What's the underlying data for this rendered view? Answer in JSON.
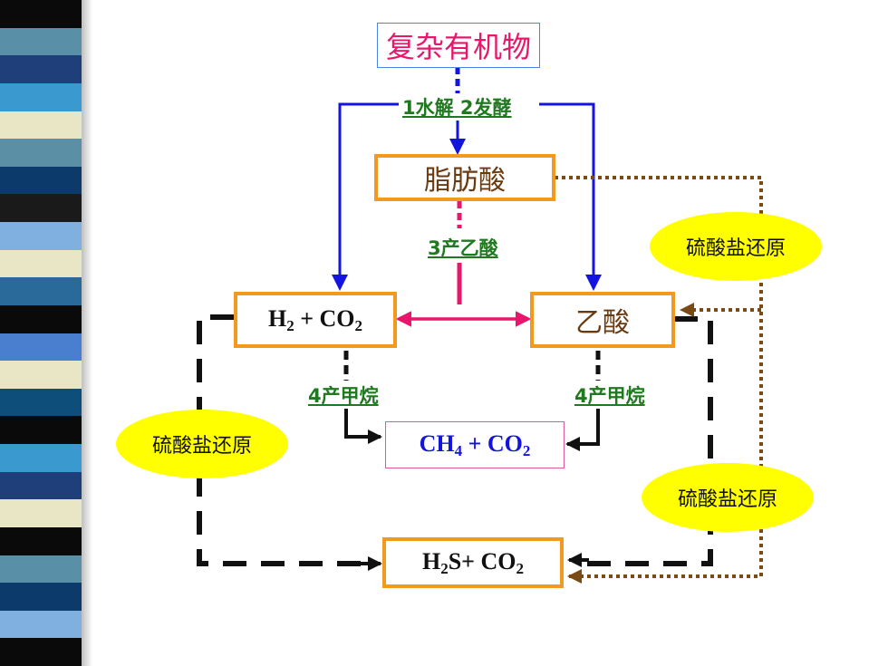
{
  "nodes": {
    "complex_organics": "复杂有机物",
    "fatty_acid": "脂肪酸",
    "acetic_acid": "乙酸",
    "h2_co2": {
      "a": "H",
      "a_sub": "2",
      "b": " + CO",
      "b_sub": "2"
    },
    "ch4_co2": {
      "a": "CH",
      "a_sub": "4",
      "b": " + CO",
      "b_sub": "2"
    },
    "h2s_co2": {
      "a": "H",
      "a_sub": "2",
      "b": "S+ CO",
      "b_sub": "2"
    }
  },
  "steps": {
    "hydrolysis_fermentation": "1水解 2发酵",
    "acetogenesis": "3产乙酸",
    "methanogenesis_left": "4产甲烷",
    "methanogenesis_right": "4产甲烷"
  },
  "sulfate_reduction": {
    "top_right": "硫酸盐还原",
    "left": "硫酸盐还原",
    "bottom_right": "硫酸盐还原"
  },
  "colors": {
    "blue_arrows": "#1414e0",
    "pink_arrows": "#e8176b",
    "black_dashed": "#111111",
    "brown_dotted": "#7a4a15",
    "node_border_orange": "#f39a1e",
    "ellipse_fill": "#ffff00",
    "step_text_green": "#1f7a1f"
  },
  "decoration": {
    "stripe_colors": [
      "#0a0a0a",
      "#5a8fa8",
      "#1e3f7a",
      "#3a9ad0",
      "#e8e6c4",
      "#5b8fa6",
      "#0b3a6b",
      "#1a1a1a",
      "#7fb0e0",
      "#e8e6c4",
      "#2a6a9a",
      "#0a0a0a",
      "#4a7fd0",
      "#e8e6c4",
      "#0d4f7a",
      "#0a0a0a",
      "#3a9ad0",
      "#1e3f7a",
      "#e8e6c4",
      "#0a0a0a",
      "#5a8fa8",
      "#0b3a6b",
      "#7fb0e0",
      "#0a0a0a"
    ]
  }
}
